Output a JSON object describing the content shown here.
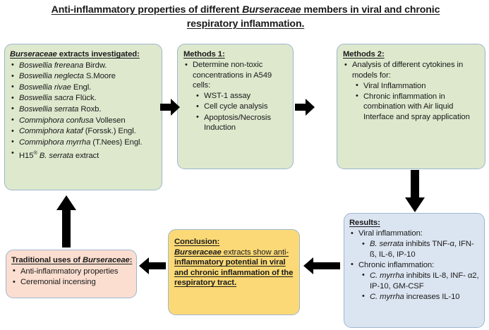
{
  "title": {
    "line1_a": "Anti-inflammatory properties of different ",
    "line1_i": "Burseraceae",
    "line1_b": " members in viral and chronic",
    "line2": "respiratory inflammation."
  },
  "colors": {
    "green": "#dde8cd",
    "blue": "#dbe5f1",
    "peach": "#fbded0",
    "gold": "#fbd976",
    "border": "#9fb6cd",
    "arrow": "#000000",
    "text": "#1a1a1a"
  },
  "boxes": {
    "extracts": {
      "header_italic": "Burseraceae",
      "header_rest": " extracts investigated:",
      "items": [
        {
          "italic": "Boswellia frereana",
          "rest": " Birdw."
        },
        {
          "italic": "Boswellia neglecta",
          "rest": " S.Moore"
        },
        {
          "italic": "Boswellia rivae",
          "rest": " Engl."
        },
        {
          "italic": "Boswellia sacra",
          "rest": " Flück."
        },
        {
          "italic": "Boswellia serrata",
          "rest": " Roxb."
        },
        {
          "italic": "Commiphora confusa",
          "rest": " Vollesen"
        },
        {
          "italic": "Commiphora kataf",
          "rest": " (Forssk.) Engl."
        },
        {
          "italic": "Commiphora myrrha",
          "rest": " (T.Nees) Engl."
        },
        {
          "pre": "H15",
          "sup": "®",
          "italic": " B. serrata",
          "rest": " extract"
        }
      ]
    },
    "methods1": {
      "header": "Methods 1:",
      "item_main": "Determine non-toxic concentrations in A549 cells:",
      "sub_items": [
        "WST-1 assay",
        "Cell cycle analysis",
        "Apoptosis/Necrosis Induction"
      ]
    },
    "methods2": {
      "header": "Methods 2:",
      "item_main": "Analysis of different cytokines in models for:",
      "sub_items": [
        "Viral Inflammation",
        "Chronic inflammation in combination with Air liquid Interface and spray application"
      ]
    },
    "results": {
      "header": "Results:",
      "group1_label": "Viral inflammation:",
      "group1_items": [
        {
          "italic": "B. serrata",
          "rest": " inhibits TNF-α, IFN-ß, IL-6, IP-10"
        }
      ],
      "group2_label": "Chronic inflammation:",
      "group2_items": [
        {
          "italic": "C. myrrha",
          "rest": " inhibits IL-8, INF- α2, IP-10, GM-CSF"
        },
        {
          "italic": "C. myrrha",
          "rest": " increases IL-10"
        }
      ]
    },
    "conclusion": {
      "header": "Conclusion:",
      "line1_italic": "Burseraceae",
      "line1_rest": " extracts show anti-",
      "line2": "inflammatory potential in viral",
      "line3": "and chronic inflammation of the",
      "line4": "respiratory tract."
    },
    "traditional": {
      "header_pre": "Traditional uses of ",
      "header_italic": "Burseraceae",
      "header_post": ":",
      "items": [
        "Anti-inflammatory properties",
        "Ceremonial incensing"
      ]
    }
  },
  "arrows": [
    {
      "name": "arrow-extracts-to-methods1",
      "direction": "right"
    },
    {
      "name": "arrow-methods1-to-methods2",
      "direction": "right"
    },
    {
      "name": "arrow-methods2-to-results",
      "direction": "down"
    },
    {
      "name": "arrow-results-to-conclusion",
      "direction": "left"
    },
    {
      "name": "arrow-conclusion-to-traditional",
      "direction": "left"
    },
    {
      "name": "arrow-traditional-to-extracts",
      "direction": "up"
    }
  ]
}
